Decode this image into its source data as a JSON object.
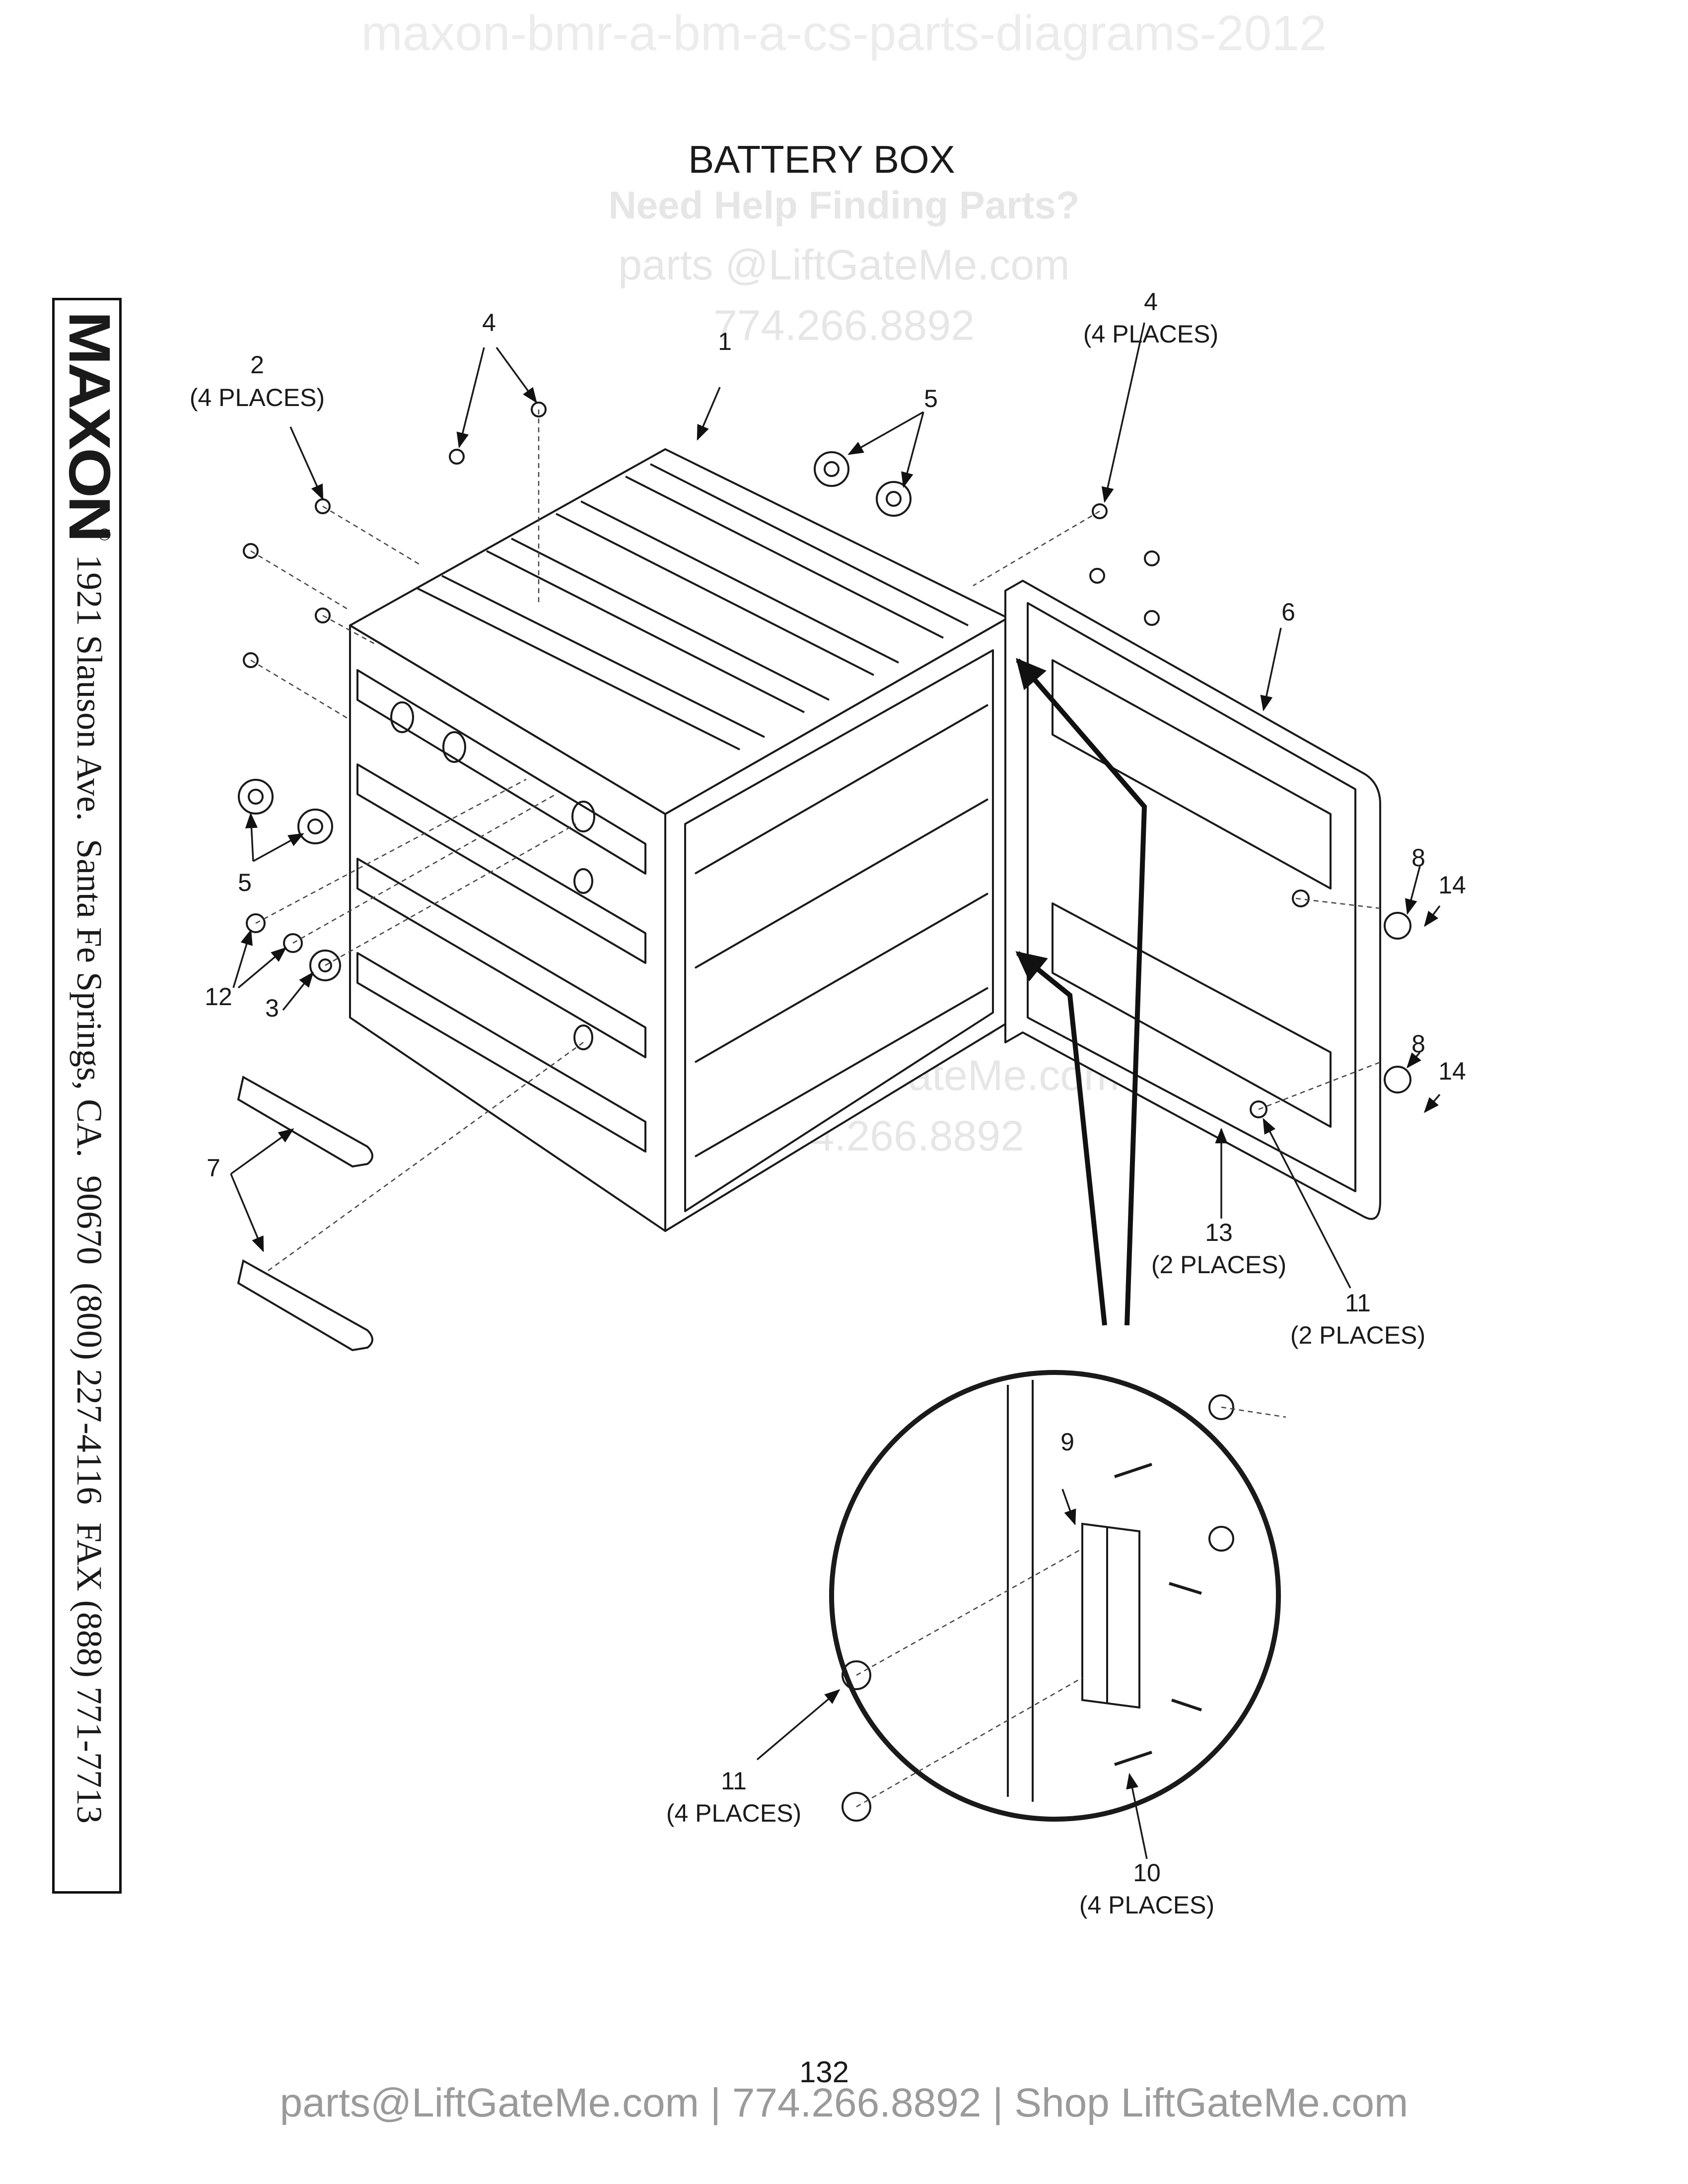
{
  "watermark_top": "maxon-bmr-a-bm-a-cs-parts-diagrams-2012",
  "title": "BATTERY BOX",
  "watermark_help": "Need Help Finding Parts?",
  "watermark_email": "parts @LiftGateMe.com",
  "watermark_phone": "774.266.8892",
  "sidebar": {
    "brand": "MAXON",
    "registered": "®",
    "address": "1921 Slauson Ave.  Santa Fe Springs, CA.  90670  (800) 227-4116  FAX (888) 771-7713"
  },
  "callouts": {
    "c1": {
      "num": "1",
      "qty": ""
    },
    "c2": {
      "num": "2",
      "qty": "(4 PLACES)"
    },
    "c3": {
      "num": "3",
      "qty": ""
    },
    "c4a": {
      "num": "4",
      "qty": ""
    },
    "c4b": {
      "num": "4",
      "qty": "(4 PLACES)"
    },
    "c5a": {
      "num": "5",
      "qty": ""
    },
    "c5b": {
      "num": "5",
      "qty": ""
    },
    "c6": {
      "num": "6",
      "qty": ""
    },
    "c7": {
      "num": "7",
      "qty": ""
    },
    "c8a": {
      "num": "8",
      "qty": ""
    },
    "c8b": {
      "num": "8",
      "qty": ""
    },
    "c9": {
      "num": "9",
      "qty": ""
    },
    "c10": {
      "num": "10",
      "qty": "(4 PLACES)"
    },
    "c11a": {
      "num": "11",
      "qty": "(2 PLACES)"
    },
    "c11b": {
      "num": "11",
      "qty": "(4 PLACES)"
    },
    "c12": {
      "num": "12",
      "qty": ""
    },
    "c13": {
      "num": "13",
      "qty": "(2 PLACES)"
    },
    "c14a": {
      "num": "14",
      "qty": ""
    },
    "c14b": {
      "num": "14",
      "qty": ""
    }
  },
  "page_number": "132",
  "footer": "parts@LiftGateMe.com | 774.266.8892 | Shop LiftGateMe.com"
}
